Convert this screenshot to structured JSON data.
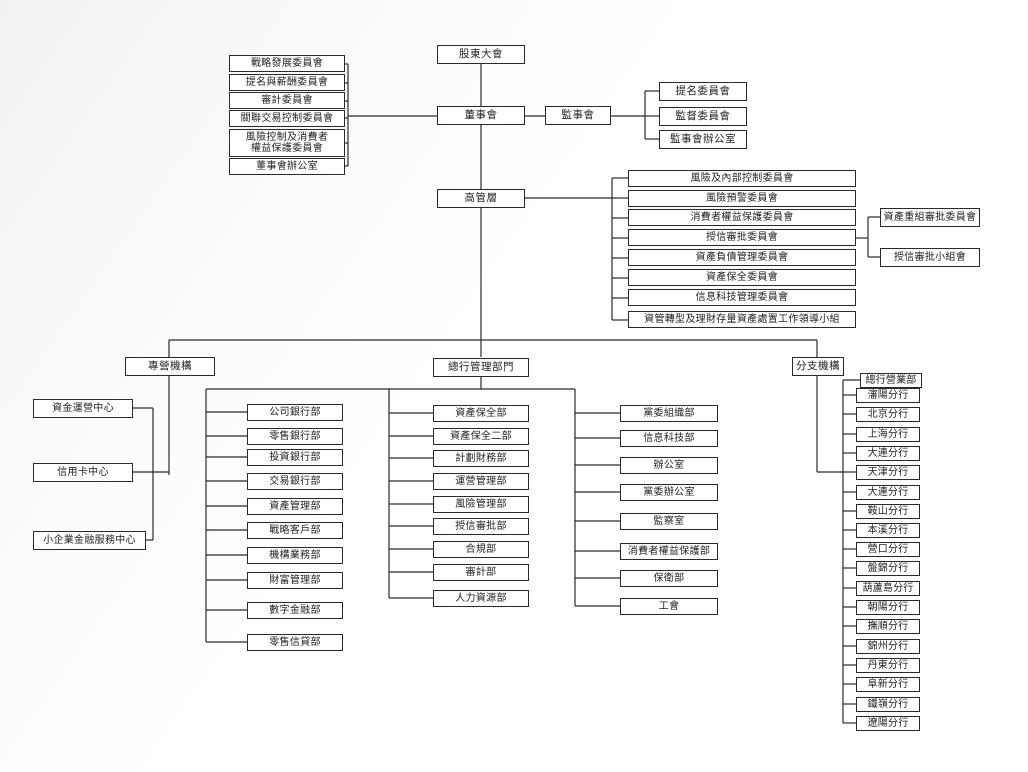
{
  "governance": {
    "shareholders": "股東大會",
    "board": "董事會",
    "supervisors": "監事會",
    "senior_mgmt": "高管層",
    "board_committees": [
      "戰略發展委員會",
      "提名與薪酬委員會",
      "審計委員會",
      "關聯交易控制委員會",
      "風險控制及消費者\n權益保護委員會",
      "董事會辦公室"
    ],
    "supervisor_committees": [
      "提名委員會",
      "監督委員會",
      "監事會辦公室"
    ],
    "mgmt_committees": [
      "風險及內部控制委員會",
      "風險預警委員會",
      "消費者權益保護委員會",
      "授信審批委員會",
      "資產負債管理委員會",
      "資產保全委員會",
      "信息科技管理委員會",
      "資管轉型及理財存量資產處置工作領導小組"
    ],
    "credit_subcommittees": [
      "資產重組審批委員會",
      "授信審批小組會"
    ]
  },
  "divisions": {
    "special": "專營機構",
    "head_office": "總行管理部門",
    "branches": "分支機構"
  },
  "special_units": [
    "資金運營中心",
    "信用卡中心",
    "小企業金融服務中心"
  ],
  "dept_col1": [
    "公司銀行部",
    "零售銀行部",
    "投資銀行部",
    "交易銀行部",
    "資產管理部",
    "戰略客戶部",
    "機構業務部",
    "財富管理部",
    "數字金融部",
    "零售信貸部"
  ],
  "dept_col2": [
    "資產保全部",
    "資產保全二部",
    "計劃財務部",
    "運營管理部",
    "風險管理部",
    "授信審批部",
    "合規部",
    "審計部",
    "人力資源部"
  ],
  "dept_col3": [
    "黨委組織部",
    "信息科技部",
    "辦公室",
    "黨委辦公室",
    "監察室",
    "消費者權益保護部",
    "保衛部",
    "工會"
  ],
  "branch_list": [
    "總行營業部",
    "瀋陽分行",
    "北京分行",
    "上海分行",
    "大連分行",
    "天津分行",
    "大連分行",
    "鞍山分行",
    "本溪分行",
    "營口分行",
    "盤錦分行",
    "葫蘆島分行",
    "朝陽分行",
    "撫順分行",
    "錦州分行",
    "丹東分行",
    "阜新分行",
    "鐵嶺分行",
    "遼陽分行"
  ],
  "colors": {
    "line": "#2a2a2a",
    "box_border": "#2a2a2a",
    "text": "#222222"
  }
}
